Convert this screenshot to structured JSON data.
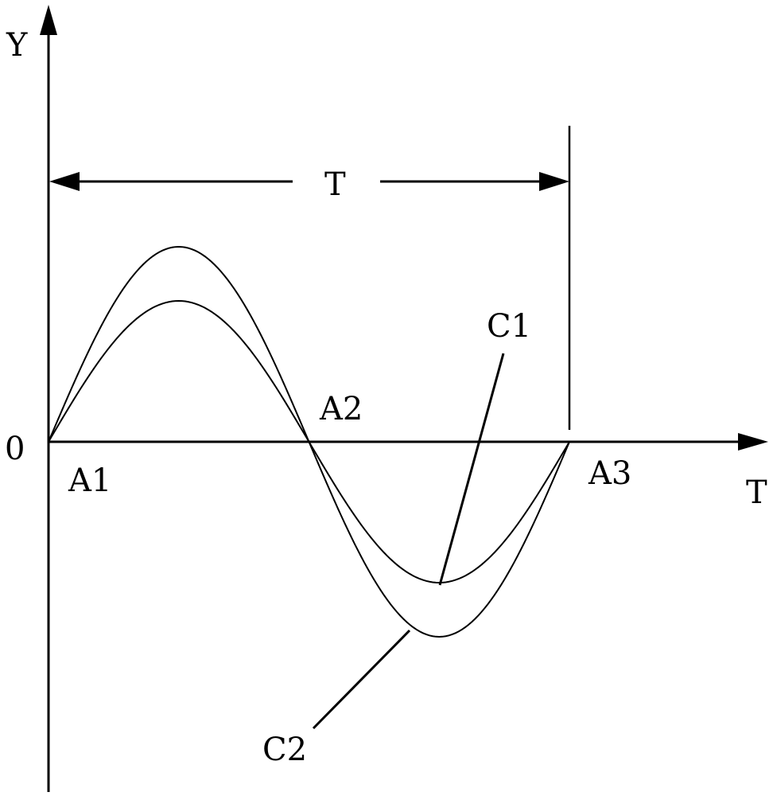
{
  "labels": {
    "y_axis": "Y",
    "x_axis": "T",
    "origin": "0",
    "period": "T",
    "point_a1": "A1",
    "point_a2": "A2",
    "point_a3": "A3",
    "curve_c1": "C1",
    "curve_c2": "C2"
  },
  "curves": [
    {
      "id": "C1",
      "amplitude": 177
    },
    {
      "id": "C2",
      "amplitude": 245
    }
  ],
  "colors": {
    "stroke": "#000000",
    "background": "#ffffff"
  }
}
